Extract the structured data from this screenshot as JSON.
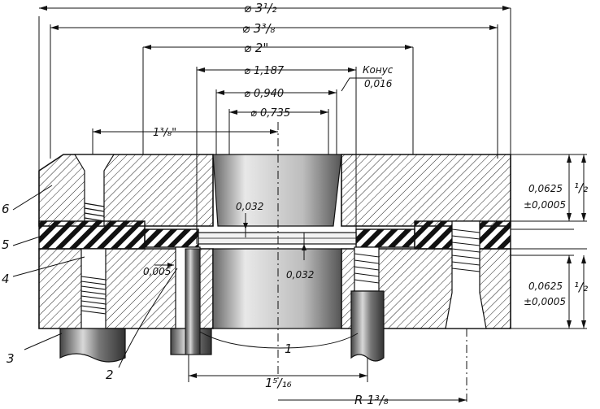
{
  "dimensions": {
    "d_outer": "⌀ 3¹/₂",
    "d_flange": "⌀ 3³/₈",
    "d_bolt_circle": "⌀ 2\"",
    "d_1187": "⌀ 1,187",
    "d_0940": "⌀ 0,940",
    "d_0735": "⌀ 0,735",
    "cone_label": "Конус",
    "cone_value": "0,016",
    "offset_138": "1³/₈\"",
    "gap_top": "0,032",
    "gap_bottom": "0,032",
    "gap_left": "0,005",
    "plate_thickness_top": "0,0625",
    "plate_tol_top": "±0,0005",
    "half_top": "¹/₂",
    "plate_thickness_bottom": "0,0625",
    "plate_tol_bottom": "±0,0005",
    "half_bottom": "¹/₂",
    "span_1516": "1⁵/₁₆",
    "radius": "R 1³/₈"
  },
  "callouts": [
    "1",
    "2",
    "3",
    "4",
    "5",
    "6"
  ]
}
